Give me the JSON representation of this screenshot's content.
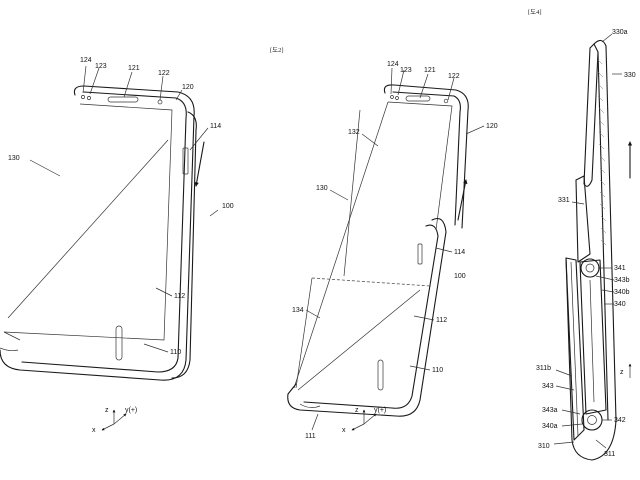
{
  "figure_labels": [
    "[도2]",
    "[도4]"
  ],
  "fig1": {
    "refs": [
      "124",
      "123",
      "121",
      "122",
      "120",
      "114",
      "130",
      "100",
      "112",
      "110"
    ],
    "axes": [
      "z",
      "y(+)",
      "x"
    ]
  },
  "fig2": {
    "refs": [
      "124",
      "123",
      "121",
      "122",
      "120",
      "132",
      "130",
      "114",
      "100",
      "134",
      "112",
      "110",
      "111"
    ],
    "axes": [
      "z",
      "y(+)",
      "x"
    ]
  },
  "fig3": {
    "refs": [
      "330a",
      "330",
      "331",
      "341",
      "343b",
      "340b",
      "340",
      "311b",
      "343",
      "343a",
      "340a",
      "342",
      "310",
      "311"
    ],
    "axes": [
      "z"
    ]
  }
}
